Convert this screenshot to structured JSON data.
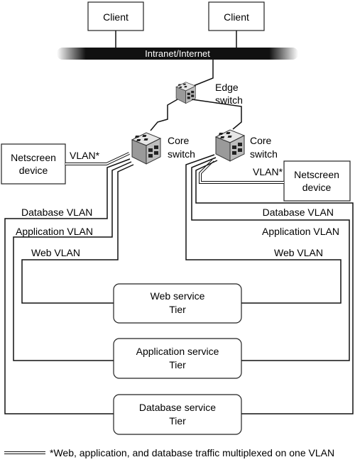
{
  "diagram": {
    "clients": [
      "Client",
      "Client"
    ],
    "network_bar": "Intranet/Internet",
    "edge_switch": [
      "Edge",
      "switch"
    ],
    "core_switch_left": [
      "Core",
      "switch"
    ],
    "core_switch_right": [
      "Core",
      "switch"
    ],
    "netscreen_left": [
      "Netscreen",
      "device"
    ],
    "netscreen_right": [
      "Netscreen",
      "device"
    ],
    "vlan_left": "VLAN*",
    "vlan_right": "VLAN*",
    "left_vlans": [
      "Database VLAN",
      "Application VLAN",
      "Web VLAN"
    ],
    "right_vlans": [
      "Database VLAN",
      "Application VLAN",
      "Web VLAN"
    ],
    "tiers": [
      [
        "Web service",
        "Tier"
      ],
      [
        "Application service",
        "Tier"
      ],
      [
        "Database service",
        "Tier"
      ]
    ],
    "footnote": "*Web, application, and database traffic multiplexed on one VLAN"
  }
}
